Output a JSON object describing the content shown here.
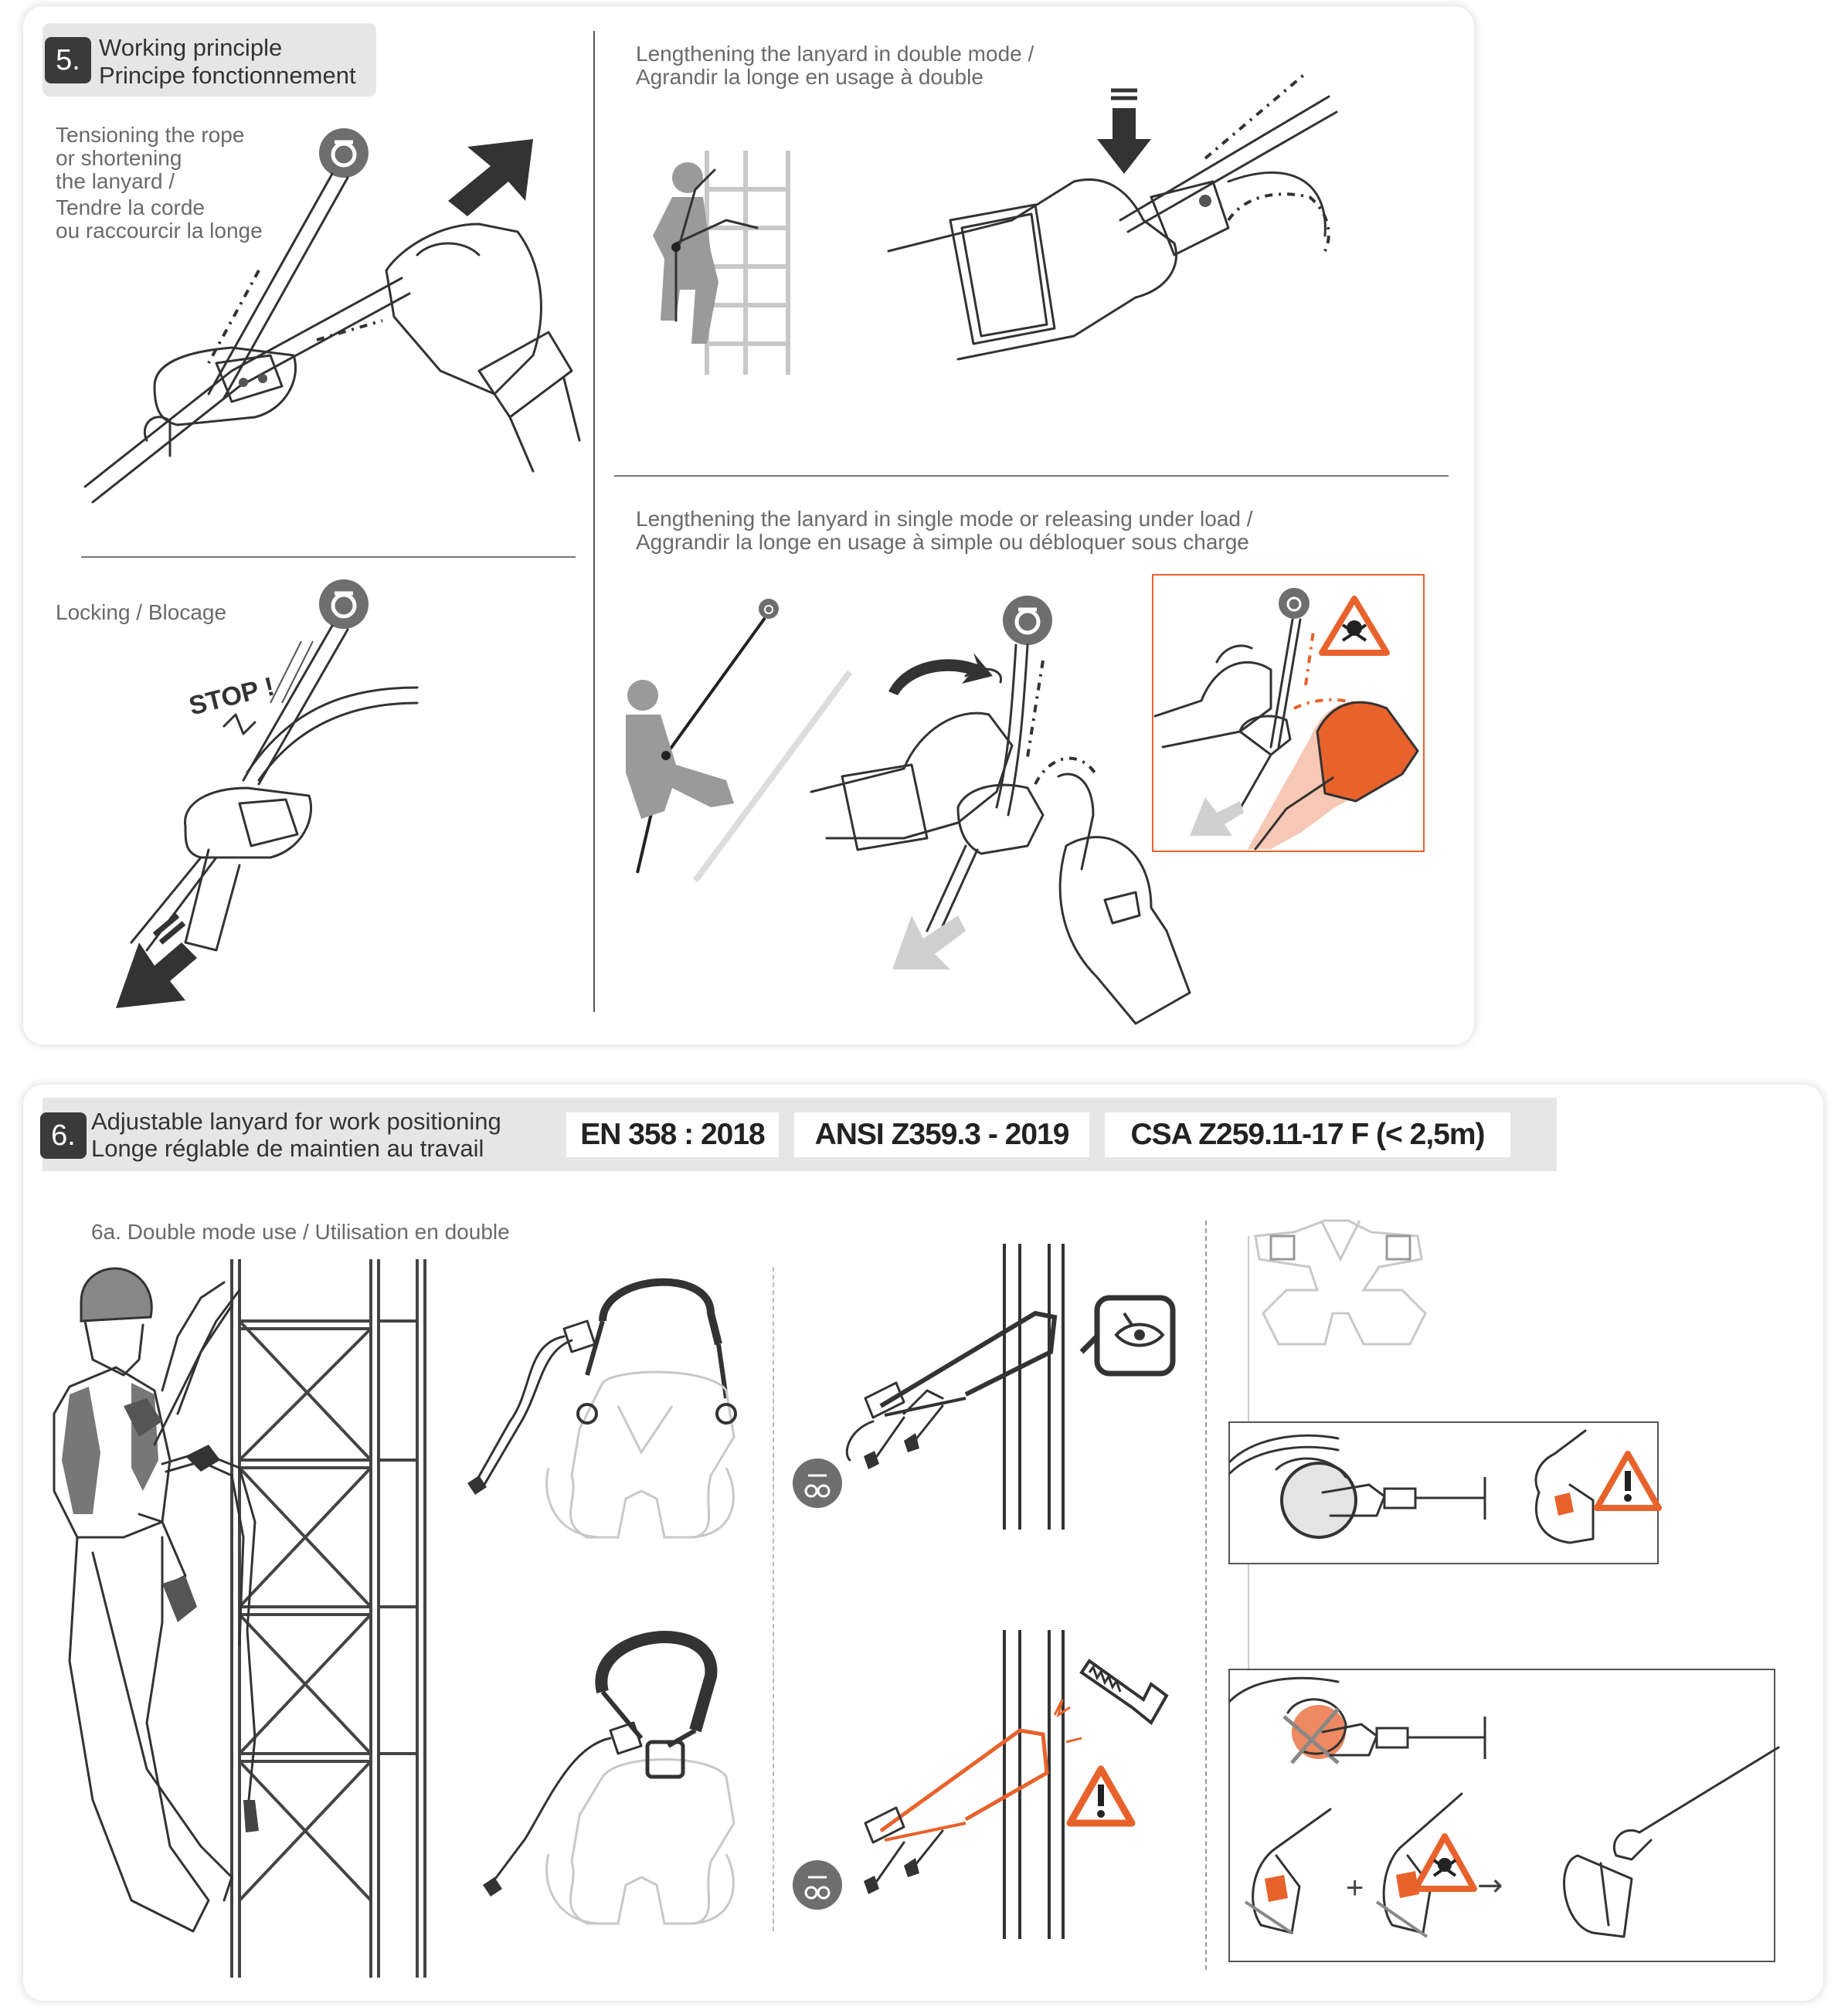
{
  "section5": {
    "number": "5.",
    "title_en": "Working principle",
    "title_fr": "Principe fonctionnement",
    "tension_caption": [
      "Tensioning the rope",
      "or shortening",
      "the lanyard /",
      "Tendre la corde",
      "ou raccourcir la longe"
    ],
    "locking_caption": "Locking / Blocage",
    "stop_text": "STOP !",
    "double_caption": [
      "Lengthening the lanyard in double mode /",
      "Agrandir la longe en usage à double"
    ],
    "single_caption": [
      "Lengthening the lanyard in single mode or releasing under load /",
      "Aggrandir la longe en usage à simple ou débloquer sous charge"
    ]
  },
  "section6": {
    "number": "6.",
    "title_en": "Adjustable lanyard for work positioning",
    "title_fr": "Longe réglable de maintien au travail",
    "standards": [
      "EN 358 : 2018",
      "ANSI Z359.3 - 2019",
      "CSA Z259.11-17 F (< 2,5m)"
    ],
    "subsection_caption": "6a. Double mode use / Utilisation en double",
    "plus_symbol": "+",
    "arrow_symbol": "→"
  },
  "colors": {
    "accent_orange": "#e8622c",
    "dark": "#3a3a3a",
    "header_grey": "#e6e6e6",
    "icon_grey": "#6e6e6e"
  },
  "icons": [
    "anchor-icon",
    "warning-icon",
    "danger-skull-icon",
    "eye-inspect-icon",
    "saw-icon",
    "harness-connect-icon"
  ]
}
